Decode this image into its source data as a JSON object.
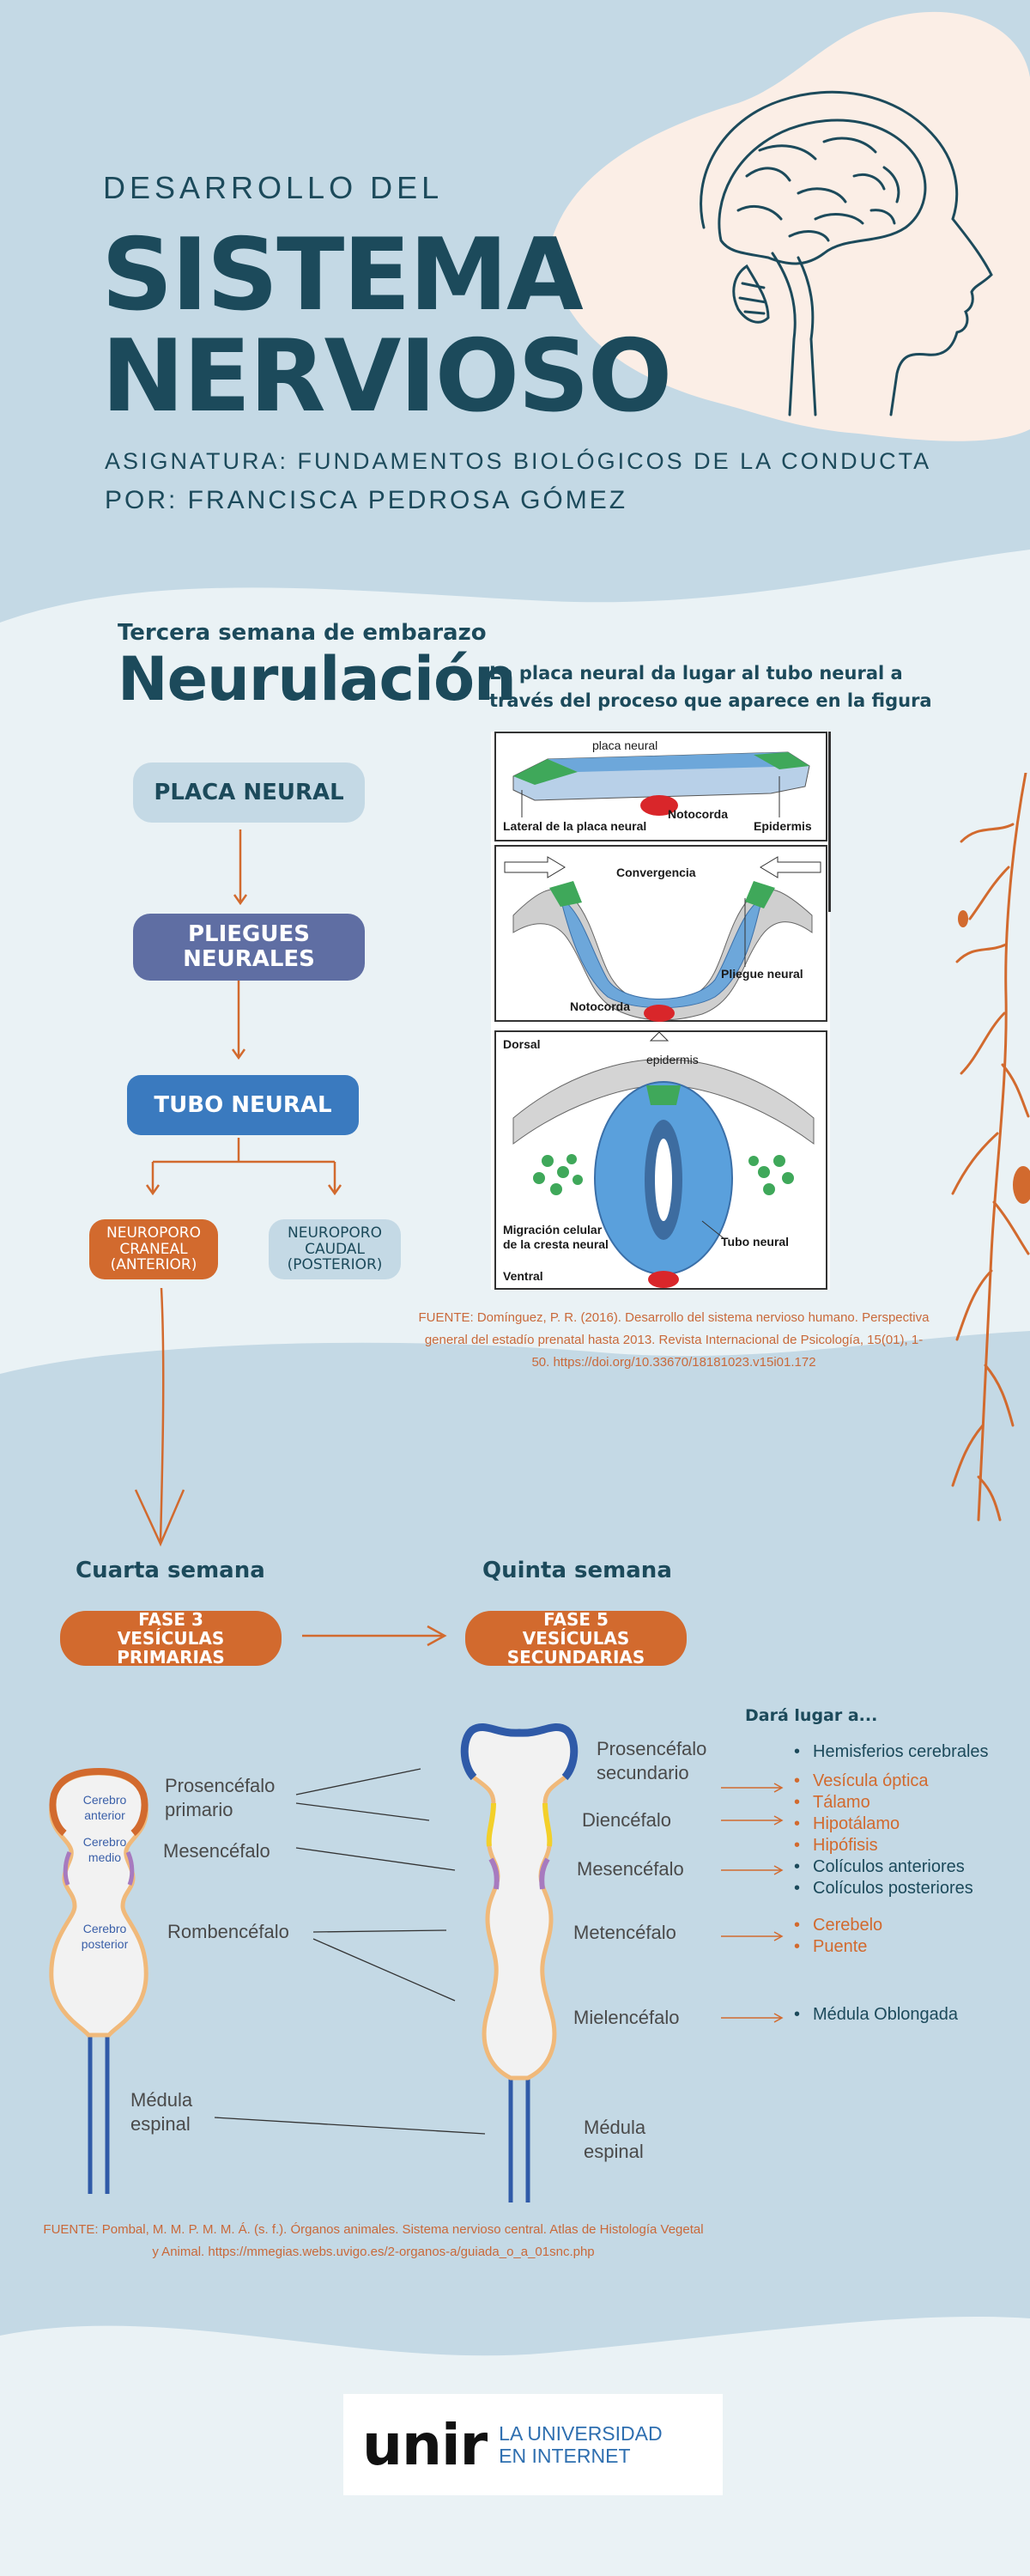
{
  "header": {
    "subtitle": "DESARROLLO DEL",
    "title_line1": "SISTEMA",
    "title_line2": "NERVIOSO",
    "subject": "ASIGNATURA: FUNDAMENTOS BIOLÓGICOS DE LA CONDUCTA",
    "author": "POR: FRANCISCA PEDROSA GÓMEZ"
  },
  "neurulation": {
    "week": "Tercera semana de embarazo",
    "title": "Neurulación",
    "description": "La placa neural da lugar al tubo neural  a través del proceso que aparece en la figura",
    "flow": {
      "placa": "PLACA NEURAL",
      "pliegues": "PLIEGUES NEURALES",
      "tubo": "TUBO NEURAL",
      "craneal": "NEUROPORO CRANEAL (ANTERIOR)",
      "caudal": "NEUROPORO CAUDAL (POSTERIOR)"
    },
    "figure": {
      "panel1": {
        "placa": "placa neural",
        "lateral": "Lateral de la placa neural",
        "notocorda": "Notocorda",
        "epidermis": "Epidermis"
      },
      "panel2": {
        "convergencia": "Convergencia",
        "pliegue": "Pliegue neural",
        "notocorda": "Notocorda"
      },
      "panel3": {
        "dorsal": "Dorsal",
        "epidermis": "epidermis",
        "migracion": "Migración celular de la cresta neural",
        "tubo": "Tubo neural",
        "ventral": "Ventral"
      }
    },
    "source": "FUENTE: Domínguez, P. R. (2016). Desarrollo del sistema nervioso humano. Perspectiva general del estadío prenatal hasta 2013. Revista Internacional de Psicología, 15(01), 1-50. https://doi.org/10.33670/18181023.v15i01.172"
  },
  "weeks": {
    "fourth": {
      "label": "Cuarta semana",
      "phase": "FASE 3 VESÍCULAS PRIMARIAS"
    },
    "fifth": {
      "label": "Quinta semana",
      "phase": "FASE 5 VESÍCULAS SECUNDARIAS"
    }
  },
  "primary": {
    "inner": {
      "anterior": "Cerebro anterior",
      "medio": "Cerebro medio",
      "posterior": "Cerebro posterior"
    },
    "labels": {
      "prosencefalo": "Prosencéfalo primario",
      "mesencefalo": "Mesencéfalo",
      "rombencefalo": "Rombencéfalo",
      "medula": "Médula espinal"
    }
  },
  "secondary": {
    "labels": {
      "prosencefalo": "Prosencéfalo secundario",
      "diencefalo": "Diencéfalo",
      "mesencefalo": "Mesencéfalo",
      "metencefalo": "Metencéfalo",
      "mielencefalo": "Mielencéfalo",
      "medula": "Médula espinal"
    },
    "gives_rise_title": "Dará lugar a...",
    "results": {
      "prosencefalo": [
        "Hemisferios cerebrales"
      ],
      "diencefalo": [
        "Vesícula óptica",
        "Tálamo",
        "Hipotálamo",
        "Hipófisis"
      ],
      "mesencefalo": [
        "Colículos anteriores",
        "Colículos posteriores"
      ],
      "metencefalo": [
        "Cerebelo",
        "Puente"
      ],
      "mielencefalo": [
        "Médula Oblongada"
      ]
    }
  },
  "source2": "FUENTE: Pombal, M. M. P. M. M. Á. (s. f.). Órganos animales. Sistema nervioso central. Atlas de Histología Vegetal y Animal. https://mmegias.webs.uvigo.es/2-organos-a/guiada_o_a_01snc.php",
  "footer": {
    "logo": "unir",
    "tagline1": "LA UNIVERSIDAD",
    "tagline2": "EN INTERNET"
  },
  "colors": {
    "dark": "#1c4a5b",
    "orange": "#d26a2e",
    "blue": "#3a7abf",
    "purple": "#5f6ea3",
    "light": "#c4d9e5"
  }
}
